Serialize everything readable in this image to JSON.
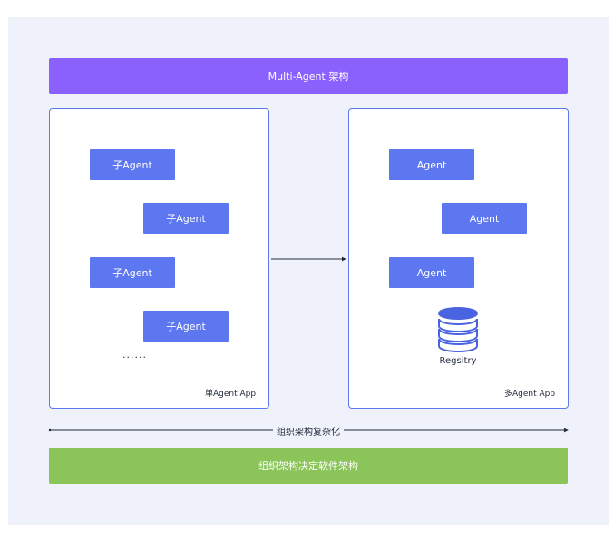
{
  "title": "Multi-Agent 架构",
  "footer": "组织架构决定软件架构",
  "axis_label": "组织架构复杂化",
  "left_panel": {
    "label": "单Agent App",
    "boxes": [
      "子Agent",
      "子Agent",
      "子Agent",
      "子Agent"
    ],
    "ellipsis": "······"
  },
  "right_panel": {
    "label": "多Agent App",
    "boxes": [
      "Agent",
      "Agent",
      "Agent"
    ],
    "registry_label": "Regsitry",
    "registry_icon": "database-icon"
  },
  "colors": {
    "title_banner": "#8b61fd",
    "footer_banner": "#8bc459",
    "agent_box": "#5c77ef",
    "background": "#eff1fb"
  }
}
